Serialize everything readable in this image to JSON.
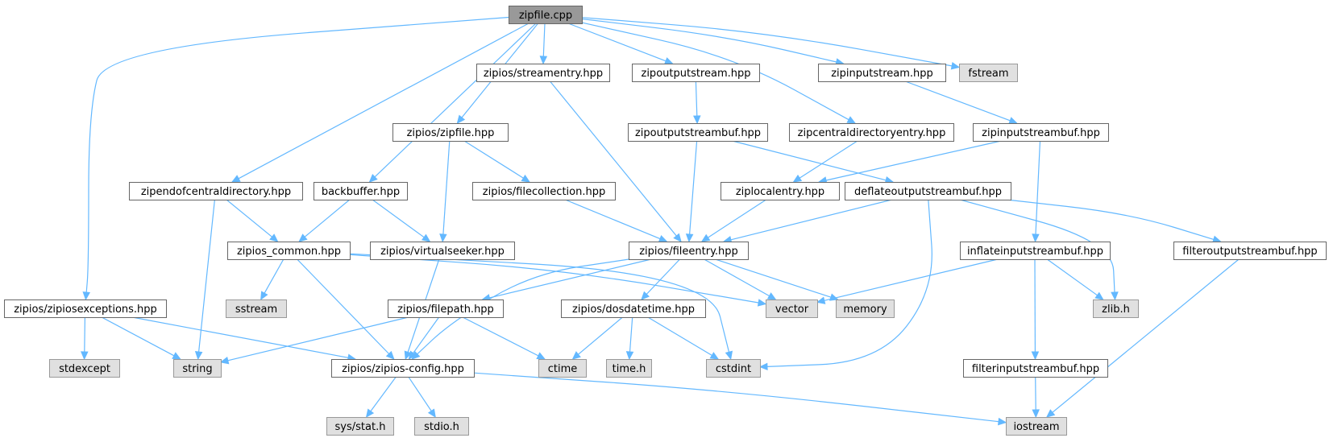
{
  "title": "zipfile.cpp",
  "colors": {
    "edge": "#63b8ff",
    "root_fill": "#999999",
    "local_fill": "#ffffff",
    "system_fill": "#e0e0e0",
    "border": "#666666"
  },
  "nodes": [
    {
      "id": "zipfile_cpp",
      "label": "zipfile.cpp",
      "kind": "root"
    },
    {
      "id": "streamentry",
      "label": "zipios/streamentry.hpp",
      "kind": "local"
    },
    {
      "id": "zipoutputstream",
      "label": "zipoutputstream.hpp",
      "kind": "local"
    },
    {
      "id": "zipinputstream",
      "label": "zipinputstream.hpp",
      "kind": "local"
    },
    {
      "id": "fstream",
      "label": "fstream",
      "kind": "system"
    },
    {
      "id": "zipfile_hpp",
      "label": "zipios/zipfile.hpp",
      "kind": "local"
    },
    {
      "id": "zipoutputstreambuf",
      "label": "zipoutputstreambuf.hpp",
      "kind": "local"
    },
    {
      "id": "zipcentraldirectoryentry",
      "label": "zipcentraldirectoryentry.hpp",
      "kind": "local"
    },
    {
      "id": "zipinputstreambuf",
      "label": "zipinputstreambuf.hpp",
      "kind": "local"
    },
    {
      "id": "zipendofcentraldirectory",
      "label": "zipendofcentraldirectory.hpp",
      "kind": "local"
    },
    {
      "id": "backbuffer",
      "label": "backbuffer.hpp",
      "kind": "local"
    },
    {
      "id": "filecollection",
      "label": "zipios/filecollection.hpp",
      "kind": "local"
    },
    {
      "id": "ziplocalentry",
      "label": "ziplocalentry.hpp",
      "kind": "local"
    },
    {
      "id": "deflateoutputstreambuf",
      "label": "deflateoutputstreambuf.hpp",
      "kind": "local"
    },
    {
      "id": "zipios_common",
      "label": "zipios_common.hpp",
      "kind": "local"
    },
    {
      "id": "virtualseeker",
      "label": "zipios/virtualseeker.hpp",
      "kind": "local"
    },
    {
      "id": "fileentry",
      "label": "zipios/fileentry.hpp",
      "kind": "local"
    },
    {
      "id": "inflateinputstreambuf",
      "label": "inflateinputstreambuf.hpp",
      "kind": "local"
    },
    {
      "id": "filteroutputstreambuf",
      "label": "filteroutputstreambuf.hpp",
      "kind": "local"
    },
    {
      "id": "zipiosexceptions",
      "label": "zipios/zipiosexceptions.hpp",
      "kind": "local"
    },
    {
      "id": "sstream",
      "label": "sstream",
      "kind": "system"
    },
    {
      "id": "filepath",
      "label": "zipios/filepath.hpp",
      "kind": "local"
    },
    {
      "id": "dosdatetime",
      "label": "zipios/dosdatetime.hpp",
      "kind": "local"
    },
    {
      "id": "vector",
      "label": "vector",
      "kind": "system"
    },
    {
      "id": "memory",
      "label": "memory",
      "kind": "system"
    },
    {
      "id": "zlib",
      "label": "zlib.h",
      "kind": "system"
    },
    {
      "id": "stdexcept",
      "label": "stdexcept",
      "kind": "system"
    },
    {
      "id": "string",
      "label": "string",
      "kind": "system"
    },
    {
      "id": "zipios_config",
      "label": "zipios/zipios-config.hpp",
      "kind": "local"
    },
    {
      "id": "ctime",
      "label": "ctime",
      "kind": "system"
    },
    {
      "id": "time_h",
      "label": "time.h",
      "kind": "system"
    },
    {
      "id": "cstdint",
      "label": "cstdint",
      "kind": "system"
    },
    {
      "id": "filterinputstreambuf",
      "label": "filterinputstreambuf.hpp",
      "kind": "local"
    },
    {
      "id": "sys_stat",
      "label": "sys/stat.h",
      "kind": "system"
    },
    {
      "id": "stdio",
      "label": "stdio.h",
      "kind": "system"
    },
    {
      "id": "iostream",
      "label": "iostream",
      "kind": "system"
    }
  ],
  "edges": [
    [
      "zipfile_cpp",
      "streamentry"
    ],
    [
      "zipfile_cpp",
      "zipoutputstream"
    ],
    [
      "zipfile_cpp",
      "zipinputstream"
    ],
    [
      "zipfile_cpp",
      "fstream"
    ],
    [
      "zipfile_cpp",
      "zipfile_hpp"
    ],
    [
      "zipfile_cpp",
      "zipcentraldirectoryentry"
    ],
    [
      "zipfile_cpp",
      "zipendofcentraldirectory"
    ],
    [
      "zipfile_cpp",
      "backbuffer"
    ],
    [
      "zipfile_cpp",
      "zipiosexceptions"
    ],
    [
      "streamentry",
      "fileentry"
    ],
    [
      "zipoutputstream",
      "zipoutputstreambuf"
    ],
    [
      "zipinputstream",
      "zipinputstreambuf"
    ],
    [
      "zipfile_hpp",
      "filecollection"
    ],
    [
      "zipfile_hpp",
      "virtualseeker"
    ],
    [
      "zipoutputstreambuf",
      "fileentry"
    ],
    [
      "zipoutputstreambuf",
      "deflateoutputstreambuf"
    ],
    [
      "zipcentraldirectoryentry",
      "ziplocalentry"
    ],
    [
      "zipinputstreambuf",
      "ziplocalentry"
    ],
    [
      "zipinputstreambuf",
      "inflateinputstreambuf"
    ],
    [
      "zipendofcentraldirectory",
      "zipios_common"
    ],
    [
      "zipendofcentraldirectory",
      "string"
    ],
    [
      "backbuffer",
      "zipios_common"
    ],
    [
      "backbuffer",
      "virtualseeker"
    ],
    [
      "filecollection",
      "fileentry"
    ],
    [
      "ziplocalentry",
      "fileentry"
    ],
    [
      "deflateoutputstreambuf",
      "fileentry"
    ],
    [
      "deflateoutputstreambuf",
      "filteroutputstreambuf"
    ],
    [
      "deflateoutputstreambuf",
      "zlib"
    ],
    [
      "deflateoutputstreambuf",
      "cstdint"
    ],
    [
      "zipios_common",
      "sstream"
    ],
    [
      "zipios_common",
      "zipios_config"
    ],
    [
      "zipios_common",
      "vector"
    ],
    [
      "zipios_common",
      "cstdint"
    ],
    [
      "virtualseeker",
      "zipios_config"
    ],
    [
      "fileentry",
      "filepath"
    ],
    [
      "fileentry",
      "dosdatetime"
    ],
    [
      "fileentry",
      "vector"
    ],
    [
      "fileentry",
      "memory"
    ],
    [
      "fileentry",
      "zipios_config"
    ],
    [
      "inflateinputstreambuf",
      "vector"
    ],
    [
      "inflateinputstreambuf",
      "zlib"
    ],
    [
      "inflateinputstreambuf",
      "filterinputstreambuf"
    ],
    [
      "filteroutputstreambuf",
      "iostream"
    ],
    [
      "zipiosexceptions",
      "stdexcept"
    ],
    [
      "zipiosexceptions",
      "string"
    ],
    [
      "zipiosexceptions",
      "zipios_config"
    ],
    [
      "filepath",
      "string"
    ],
    [
      "filepath",
      "zipios_config"
    ],
    [
      "filepath",
      "ctime"
    ],
    [
      "dosdatetime",
      "ctime"
    ],
    [
      "dosdatetime",
      "time_h"
    ],
    [
      "dosdatetime",
      "cstdint"
    ],
    [
      "zipios_config",
      "sys_stat"
    ],
    [
      "zipios_config",
      "stdio"
    ],
    [
      "zipios_config",
      "iostream"
    ],
    [
      "filterinputstreambuf",
      "iostream"
    ]
  ]
}
